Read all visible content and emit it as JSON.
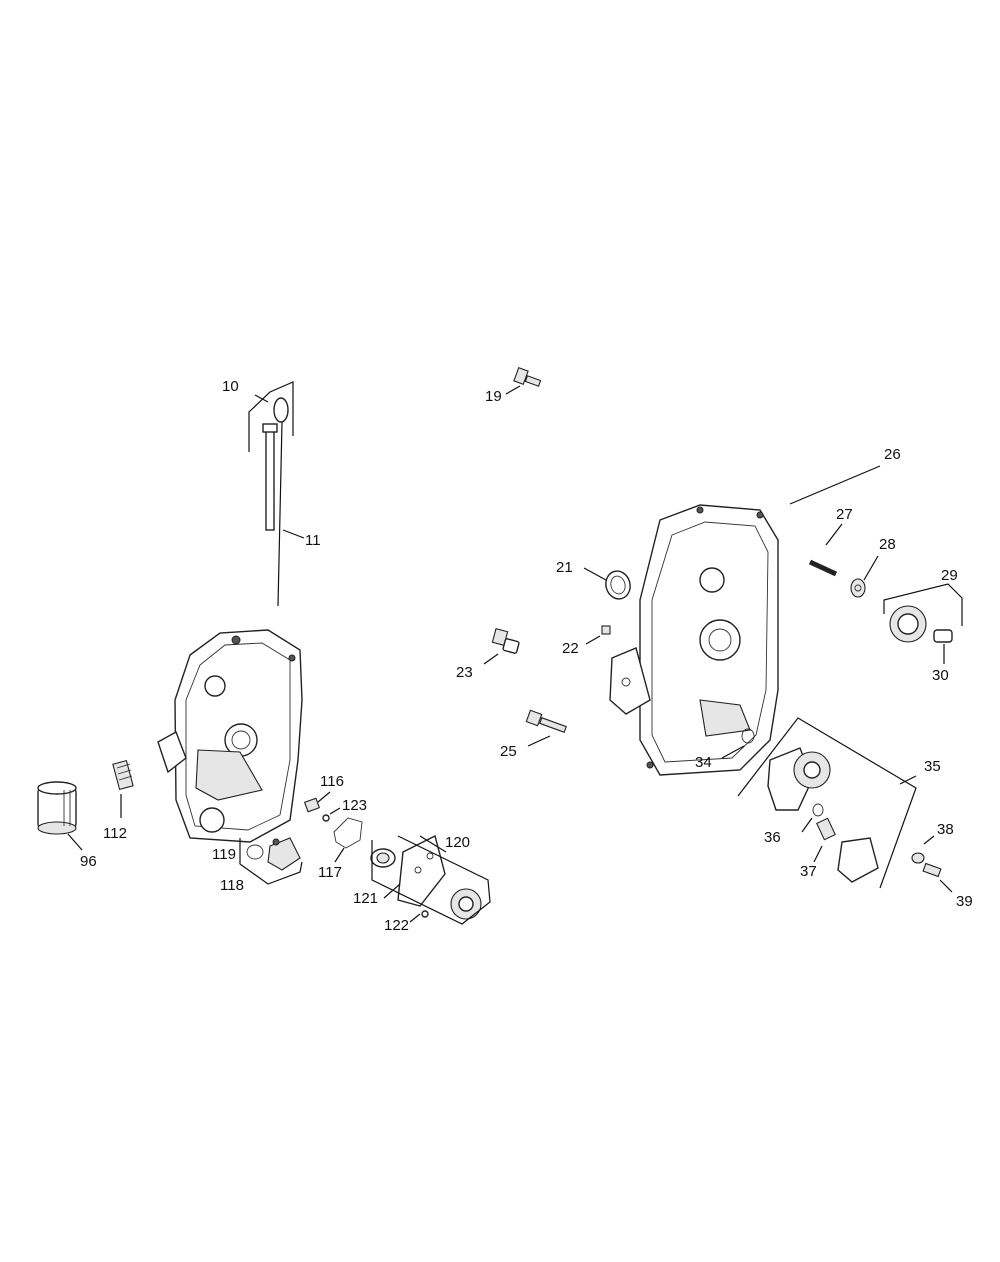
{
  "labels": {
    "p10": "10",
    "p11": "11",
    "p19": "19",
    "p21": "21",
    "p22": "22",
    "p23": "23",
    "p25": "25",
    "p26": "26",
    "p27": "27",
    "p28": "28",
    "p29": "29",
    "p30": "30",
    "p34": "34",
    "p35": "35",
    "p36": "36",
    "p37": "37",
    "p38": "38",
    "p39": "39",
    "p96": "96",
    "p112": "112",
    "p116": "116",
    "p117": "117",
    "p118": "118",
    "p119": "119",
    "p120": "120",
    "p121": "121",
    "p122": "122",
    "p123": "123"
  }
}
